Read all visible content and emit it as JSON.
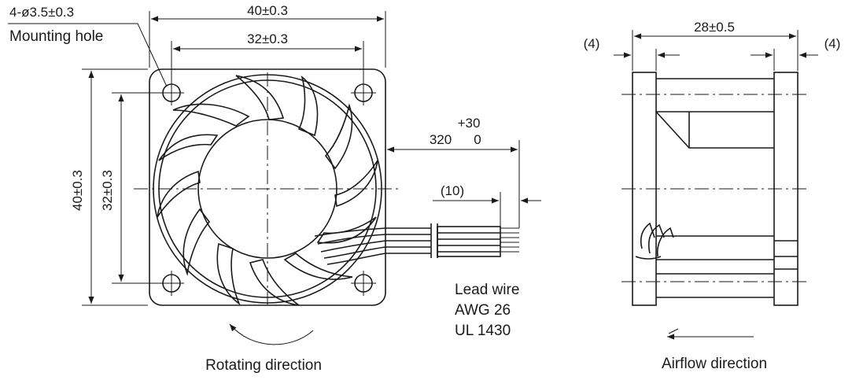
{
  "front_view": {
    "hole_spec": "4-ø3.5±0.3",
    "hole_label": "Mounting hole",
    "outer_width": "40±0.3",
    "hole_pitch_h": "32±0.3",
    "outer_height": "40±0.3",
    "hole_pitch_v": "32±0.3",
    "lead_length": "320",
    "lead_tol_plus": "+30",
    "lead_tol_minus": "0",
    "strip_length": "(10)",
    "lead_wire_line1": "Lead wire",
    "lead_wire_line2": "AWG 26",
    "lead_wire_line3": "UL 1430",
    "rotation_caption": "Rotating direction"
  },
  "side_view": {
    "depth": "28±0.5",
    "flange_left": "(4)",
    "flange_right": "(4)",
    "airflow_caption": "Airflow direction"
  },
  "colors": {
    "ink": "#1a1a1a",
    "paper": "#ffffff"
  }
}
